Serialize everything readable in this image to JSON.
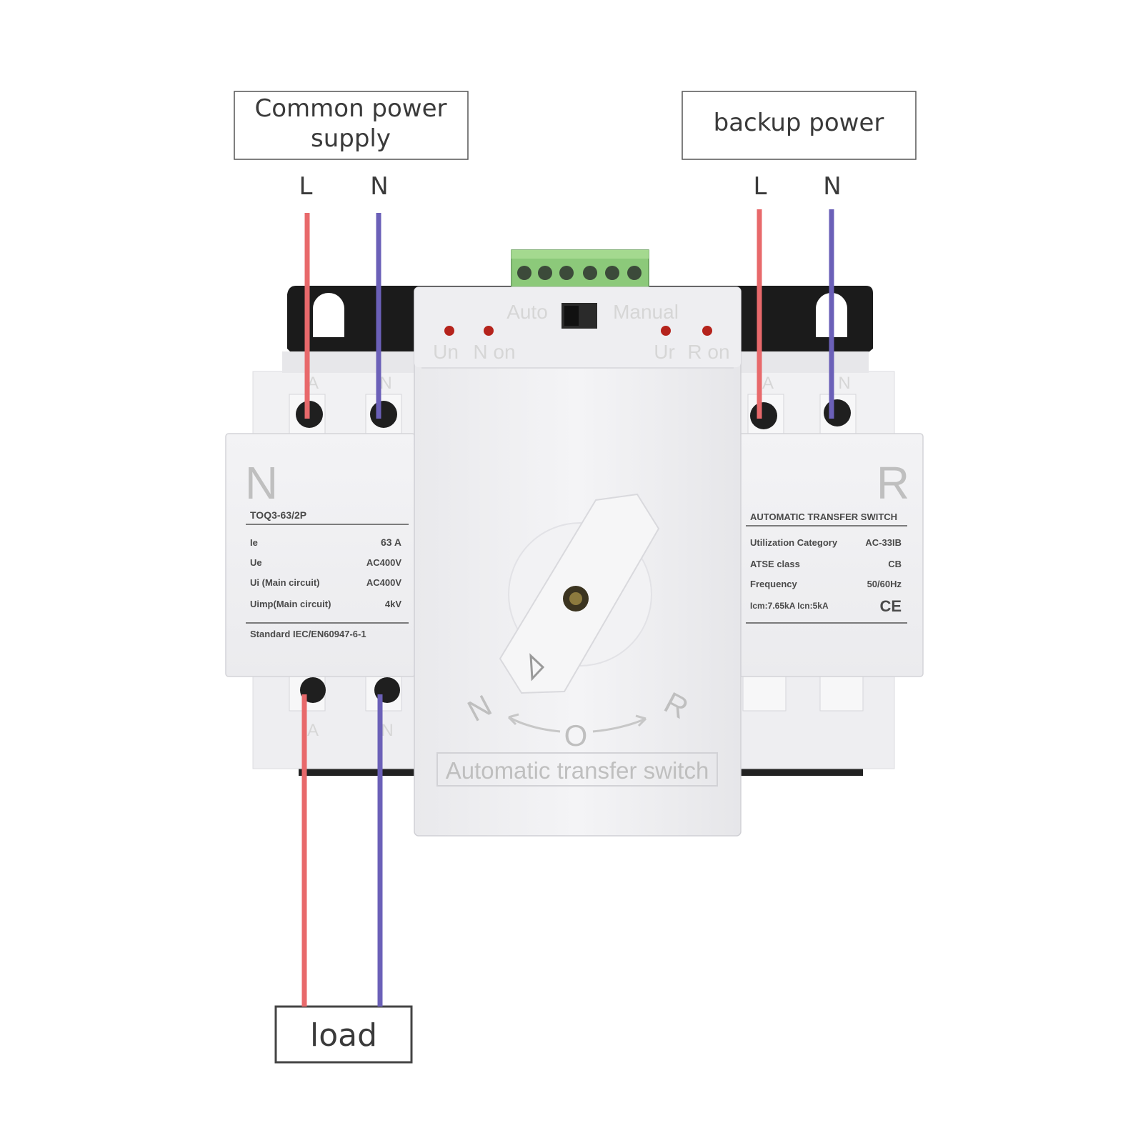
{
  "labels": {
    "common_power_supply": "Common power supply",
    "common_power_supply_line1": "Common power",
    "common_power_supply_line2": "supply",
    "backup_power": "backup power",
    "load": "load",
    "wire_L": "L",
    "wire_N": "N"
  },
  "device": {
    "top_switch": {
      "auto": "Auto",
      "manual": "Manual"
    },
    "indicators": [
      "Un",
      "N on",
      "Ur",
      "R on"
    ],
    "terminal_marks": {
      "line": "A",
      "neutral": "N"
    },
    "left_module": {
      "letter": "N",
      "model": "TOQ3-63/2P",
      "specs": [
        {
          "key": "Ie",
          "value": "63 A"
        },
        {
          "key": "Ue",
          "value": "AC400V"
        },
        {
          "key": "Ui (Main circuit)",
          "value": "AC400V"
        },
        {
          "key": "Uimp(Main circuit)",
          "value": "4kV"
        }
      ],
      "standard": "Standard   IEC/EN60947-6-1"
    },
    "right_module": {
      "letter": "R",
      "title": "AUTOMATIC TRANSFER SWITCH",
      "specs": [
        {
          "key": "Utilization Category",
          "value": "AC-33IB"
        },
        {
          "key": "ATSE class",
          "value": "CB"
        },
        {
          "key": "Frequency",
          "value": "50/60Hz"
        },
        {
          "key": "Icm:7.65kA   Icn:5kA",
          "value": "CE"
        }
      ]
    },
    "dial": {
      "left": "N",
      "center": "O",
      "right": "R"
    },
    "front_caption": "Automatic transfer switch"
  },
  "colors": {
    "line_wire": "#e8696b",
    "neutral_wire": "#6b60b8",
    "terminal_block": "#8cc97a",
    "indicator": "#b5231c",
    "bracket": "#1b1b1b"
  }
}
